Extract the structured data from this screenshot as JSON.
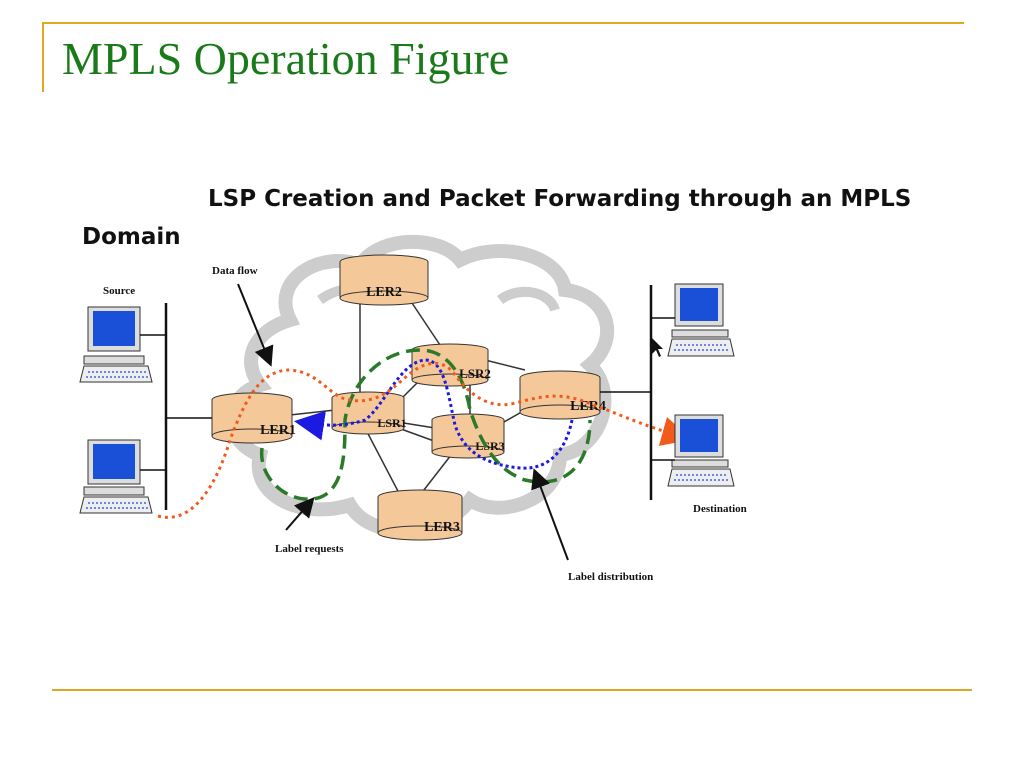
{
  "slide": {
    "title": "MPLS Operation Figure"
  },
  "figure": {
    "title_line1": "LSP Creation and Packet Forwarding through an MPLS",
    "title_line2": "Domain",
    "nodes": {
      "ler1": "LER1",
      "ler2": "LER2",
      "ler3": "LER3",
      "ler4": "LER4",
      "lsr1": "LSR1",
      "lsr2": "LSR2",
      "lsr3": "LSR3"
    },
    "annotations": {
      "source": "Source",
      "destination": "Destination",
      "data_flow": "Data flow",
      "label_requests": "Label requests",
      "label_distribution": "Label distribution"
    },
    "colors": {
      "title": "#1a7a1a",
      "rule": "#e0a820",
      "router_fill": "#f5c89a",
      "data_flow": "#f05a1a",
      "label_requests": "#2a7a2a",
      "label_distribution": "#1a1ae0",
      "cloud": "#c8c8c8",
      "screen": "#1a4fd8"
    }
  }
}
